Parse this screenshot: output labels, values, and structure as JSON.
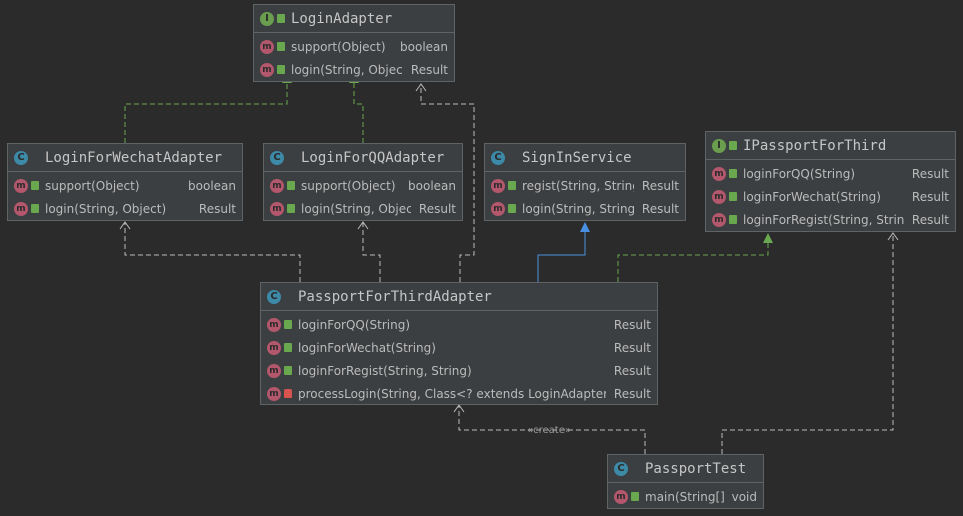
{
  "classes": {
    "login_adapter": {
      "kind": "I",
      "name": "LoginAdapter",
      "methods": [
        {
          "sig": "support(Object)",
          "ret": "boolean"
        },
        {
          "sig": "login(String, Object)",
          "ret": "Result"
        }
      ]
    },
    "wechat": {
      "kind": "C",
      "name": "LoginForWechatAdapter",
      "methods": [
        {
          "sig": "support(Object)",
          "ret": "boolean"
        },
        {
          "sig": "login(String, Object)",
          "ret": "Result"
        }
      ]
    },
    "qq": {
      "kind": "C",
      "name": "LoginForQQAdapter",
      "methods": [
        {
          "sig": "support(Object)",
          "ret": "boolean"
        },
        {
          "sig": "login(String, Object)",
          "ret": "Result"
        }
      ]
    },
    "signin": {
      "kind": "C",
      "name": "SignInService",
      "methods": [
        {
          "sig": "regist(String, String)",
          "ret": "Result"
        },
        {
          "sig": "login(String, String)",
          "ret": "Result"
        }
      ]
    },
    "ipassport": {
      "kind": "I",
      "name": "IPassportForThird",
      "methods": [
        {
          "sig": "loginForQQ(String)",
          "ret": "Result"
        },
        {
          "sig": "loginForWechat(String)",
          "ret": "Result"
        },
        {
          "sig": "loginForRegist(String, String)",
          "ret": "Result"
        }
      ]
    },
    "adapter": {
      "kind": "C",
      "name": "PassportForThirdAdapter",
      "methods": [
        {
          "sig": "loginForQQ(String)",
          "ret": "Result"
        },
        {
          "sig": "loginForWechat(String)",
          "ret": "Result"
        },
        {
          "sig": "loginForRegist(String, String)",
          "ret": "Result"
        },
        {
          "sig": "processLogin(String, Class<? extends LoginAdapter>)",
          "ret": "Result"
        }
      ]
    },
    "test": {
      "kind": "C",
      "name": "PassportTest",
      "methods": [
        {
          "sig": "main(String[])",
          "ret": "void"
        }
      ]
    }
  },
  "edge_labels": {
    "create": "«create»"
  },
  "colors": {
    "background": "#2b2b2b",
    "implements": "#6aa84f",
    "extends": "#4a90e2",
    "dependency": "#bbbbbb"
  }
}
